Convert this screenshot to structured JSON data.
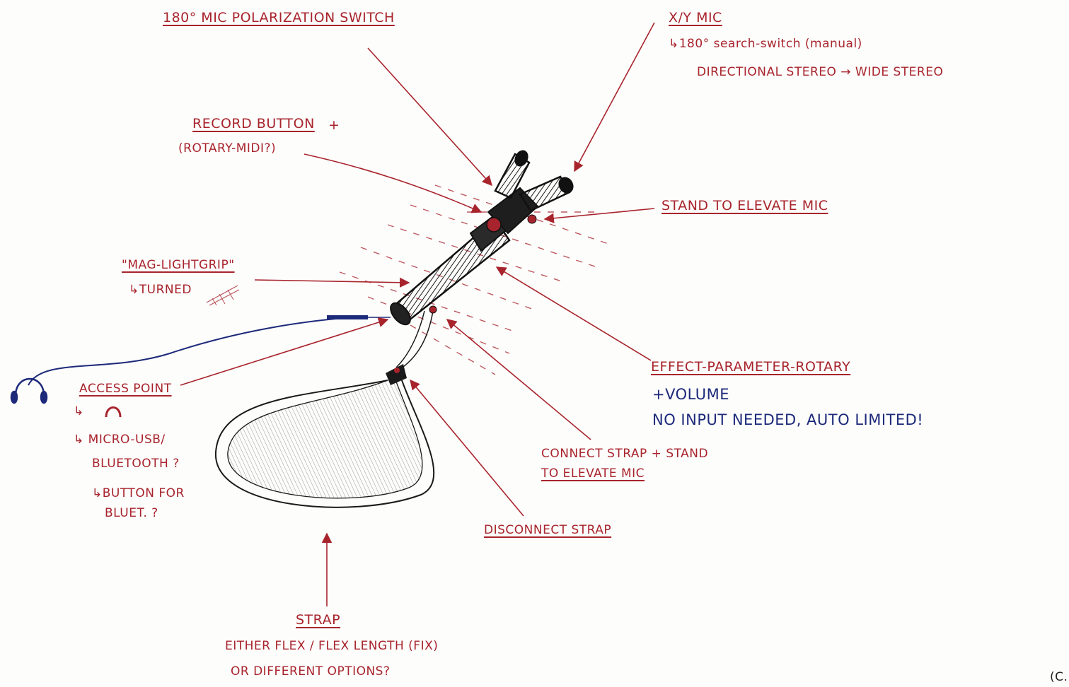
{
  "labels": {
    "polarization": "180° MIC POLARIZATION SWITCH",
    "xy_title": "X/Y MIC",
    "xy_line1": "↳180° search-switch (manual)",
    "xy_line2": "DIRECTIONAL STEREO → WIDE STEREO",
    "record_line1": "RECORD BUTTON",
    "record_plus": "+",
    "record_line2": "(ROTARY-MIDI?)",
    "stand": "STAND TO ELEVATE MIC",
    "maglight": "\"MAG-LIGHTGRIP\"",
    "turned": "↳TURNED",
    "effect": "EFFECT-PARAMETER-ROTARY",
    "effect_volume": "+VOLUME",
    "effect_note": "NO INPUT NEEDED, AUTO LIMITED!",
    "access": "ACCESS POINT",
    "access_line1": "↳",
    "access_line2": "↳ MICRO-USB/",
    "access_line3": "BLUETOOTH ?",
    "access_line4": "↳BUTTON FOR",
    "access_line5": "BLUET. ?",
    "connect_line1": "CONNECT STRAP + STAND",
    "connect_line2": "TO ELEVATE MIC",
    "disconnect": "DISCONNECT STRAP",
    "strap": "STRAP",
    "strap_line1": "EITHER FLEX / FLEX LENGTH (FIX)",
    "strap_line2": "OR DIFFERENT OPTIONS?",
    "corner": "(C."
  },
  "colors": {
    "red_ink": "#a8242c",
    "blue_ink": "#1d2a7a",
    "black_ink": "#141414",
    "paper": "#fdfdfc"
  },
  "icons": [
    "microphone-sketch",
    "headphones-icon",
    "headphone-jack-plug",
    "strap-loop"
  ]
}
